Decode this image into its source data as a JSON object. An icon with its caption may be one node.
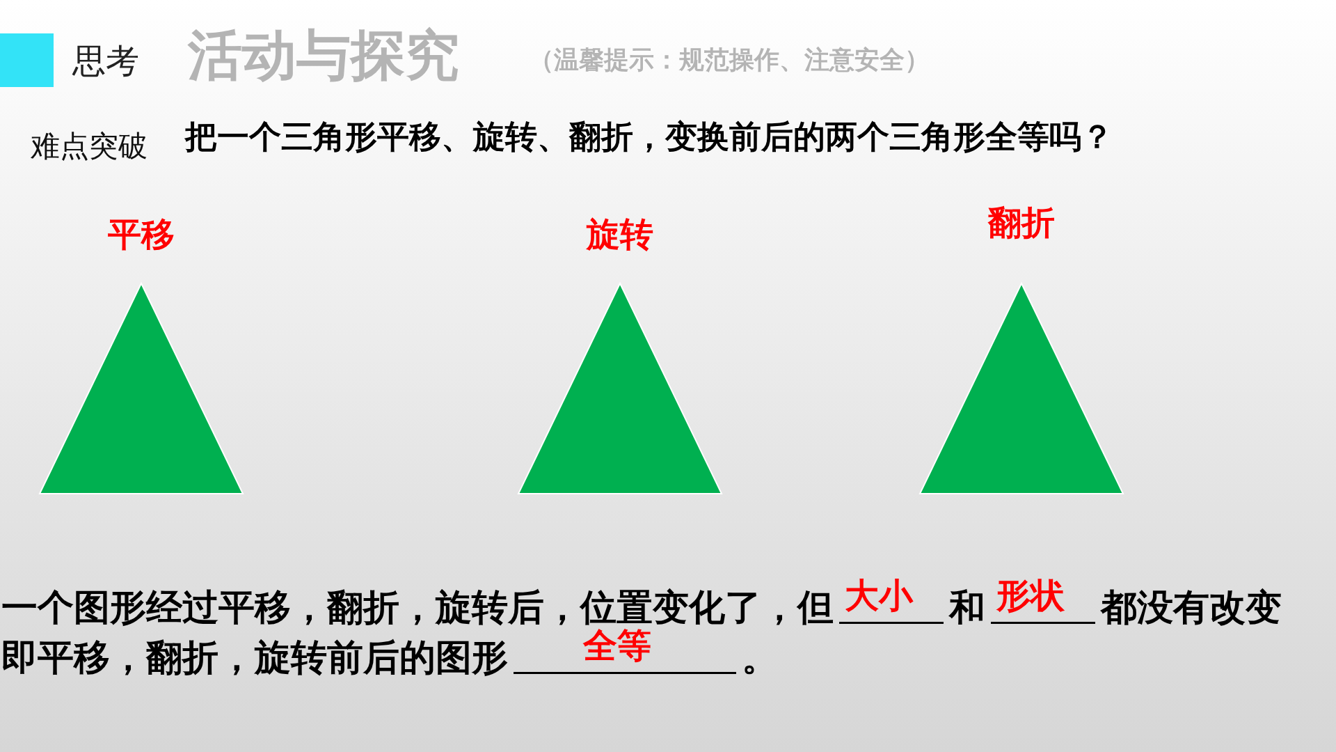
{
  "diagram": {
    "nodes": [
      {
        "text": [
          "平移"
        ]
      },
      {
        "text": [
          "旋转"
        ]
      },
      {
        "text": [
          "翻折"
        ]
      },
      {
        "text": [],
        "shape": "box"
      }
    ],
    "edges": [],
    "labels": [
      "思考",
      "活动与探究",
      "（温馨提示：规范操作、注意安全）",
      "难点突破",
      "把一个三角形平移、旋转、翻折，变换前后的两个三角形全等吗？",
      "一个图形经过平移，翻折，旋转后，位置变化了，但",
      "大小",
      "和",
      "形状",
      "都没有改变",
      "即平移，翻折，旋转前后的图形",
      "全等",
      "。"
    ]
  }
}
